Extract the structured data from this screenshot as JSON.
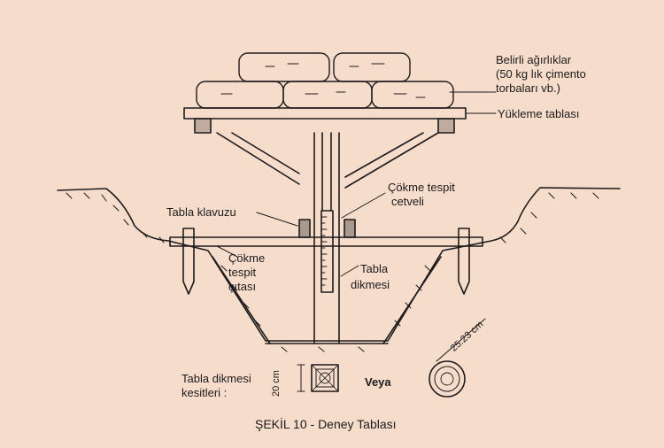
{
  "labels": {
    "weights_1": "Belirli ağırlıklar",
    "weights_2": "(50 kg lık çimento",
    "weights_3": "torbaları vb.)",
    "loading_table": "Yükleme tablası",
    "settlement_ruler_1": "Çökme tespit",
    "settlement_ruler_2": "cetveli",
    "table_guide": "Tabla klavuzu",
    "settlement_strip_1": "Çökme",
    "settlement_strip_2": "tespit",
    "settlement_strip_3": "çıtası",
    "table_post_1": "Tabla",
    "table_post_2": "dikmesi",
    "section_1": "Tabla dikmesi",
    "section_2": "kesitleri :",
    "square_dim": "20 cm",
    "or": "Veya",
    "round_dim": "25.23 cm",
    "caption": "ŞEKİL 10 - Deney Tablası"
  },
  "colors": {
    "paper": "#f5dccb",
    "ink": "#1e1b1c"
  }
}
